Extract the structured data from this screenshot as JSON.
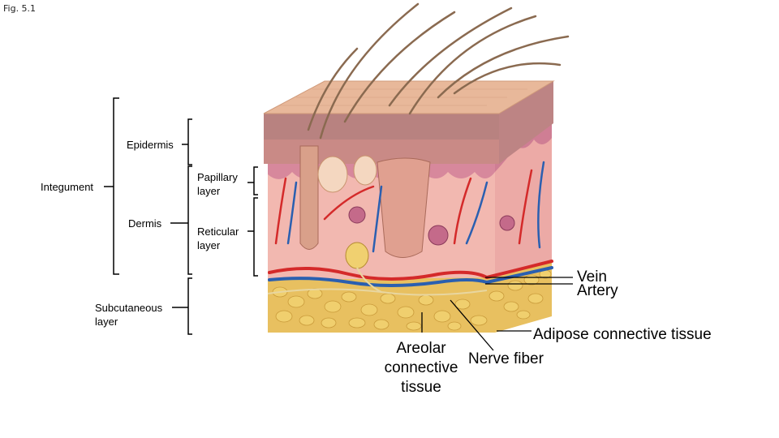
{
  "figure_label": "Fig. 5.1",
  "labels": {
    "epidermis": "Epidermis",
    "integument": "Integument",
    "dermis": "Dermis",
    "papillary_line1": "Papillary",
    "papillary_line2": "layer",
    "reticular_line1": "Reticular",
    "reticular_line2": "layer",
    "subcutaneous_line1": "Subcutaneous",
    "subcutaneous_line2": "layer",
    "vein": "Vein",
    "artery": "Artery",
    "adipose": "Adipose connective tissue",
    "areolar_line1": "Areolar",
    "areolar_line2": "connective",
    "areolar_line3": "tissue",
    "nerve_fiber": "Nerve fiber"
  },
  "colors": {
    "skin_surface": "#e8b89a",
    "epidermis": "#c98a86",
    "dermis": "#f2b8b0",
    "papillary": "#d7889c",
    "adipose": "#e8c060",
    "artery": "#d42a2a",
    "vein": "#2a5fb0",
    "nerve": "#e8d6a0",
    "hair": "#8a6a50"
  }
}
